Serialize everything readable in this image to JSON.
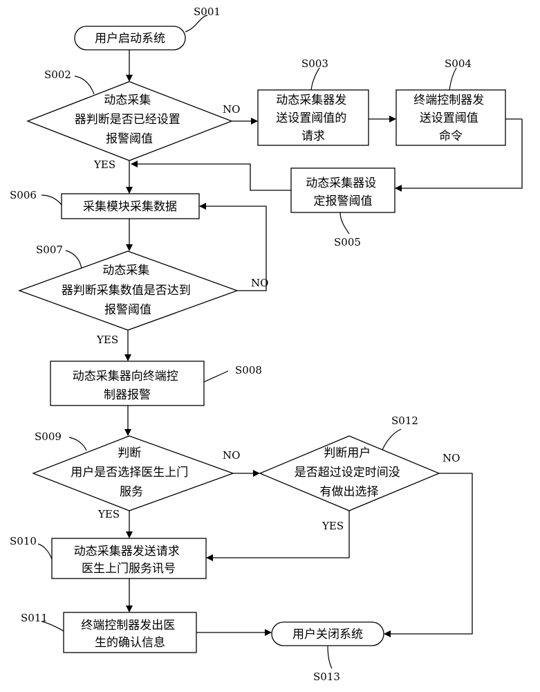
{
  "nodes": {
    "start": {
      "lines": [
        "用户启动系统"
      ]
    },
    "check_threshold": {
      "lines": [
        "动态采集",
        "器判断是否已经设置",
        "报警阈值"
      ]
    },
    "send_request": {
      "lines": [
        "动态采集器发",
        "送设置阈值的",
        "请求"
      ]
    },
    "send_command": {
      "lines": [
        "终端控制器发",
        "送设置阈值",
        "命令"
      ]
    },
    "set_threshold": {
      "lines": [
        "动态采集器设",
        "定报警阈值"
      ]
    },
    "collect": {
      "lines": [
        "采集模块采集数据"
      ]
    },
    "check_reached": {
      "lines": [
        "动态采集",
        "器判断采集数值是否达到",
        "报警阈值"
      ]
    },
    "alarm": {
      "lines": [
        "动态采集器向终端控",
        "制器报警"
      ]
    },
    "check_doctor": {
      "lines": [
        "判断",
        "用户是否选择医生上门",
        "服务"
      ]
    },
    "check_timeout": {
      "lines": [
        "判断用户",
        "是否超过设定时间没",
        "有做出选择"
      ]
    },
    "doctor_request": {
      "lines": [
        "动态采集器发送请求",
        "医生上门服务讯号"
      ]
    },
    "confirm": {
      "lines": [
        "终端控制器发出医",
        "生的确认信息"
      ]
    },
    "end": {
      "lines": [
        "用户关闭系统"
      ]
    }
  },
  "steps": {
    "s001": "S001",
    "s002": "S002",
    "s003": "S003",
    "s004": "S004",
    "s005": "S005",
    "s006": "S006",
    "s007": "S007",
    "s008": "S008",
    "s009": "S009",
    "s010": "S010",
    "s011": "S011",
    "s012": "S012",
    "s013": "S013"
  },
  "branches": {
    "b1_no": "NO",
    "b1_yes": "YES",
    "b2_no": "NO",
    "b2_yes": "YES",
    "b3_no": "NO",
    "b3_yes": "YES",
    "b4_no": "NO",
    "b4_yes": "YES"
  }
}
